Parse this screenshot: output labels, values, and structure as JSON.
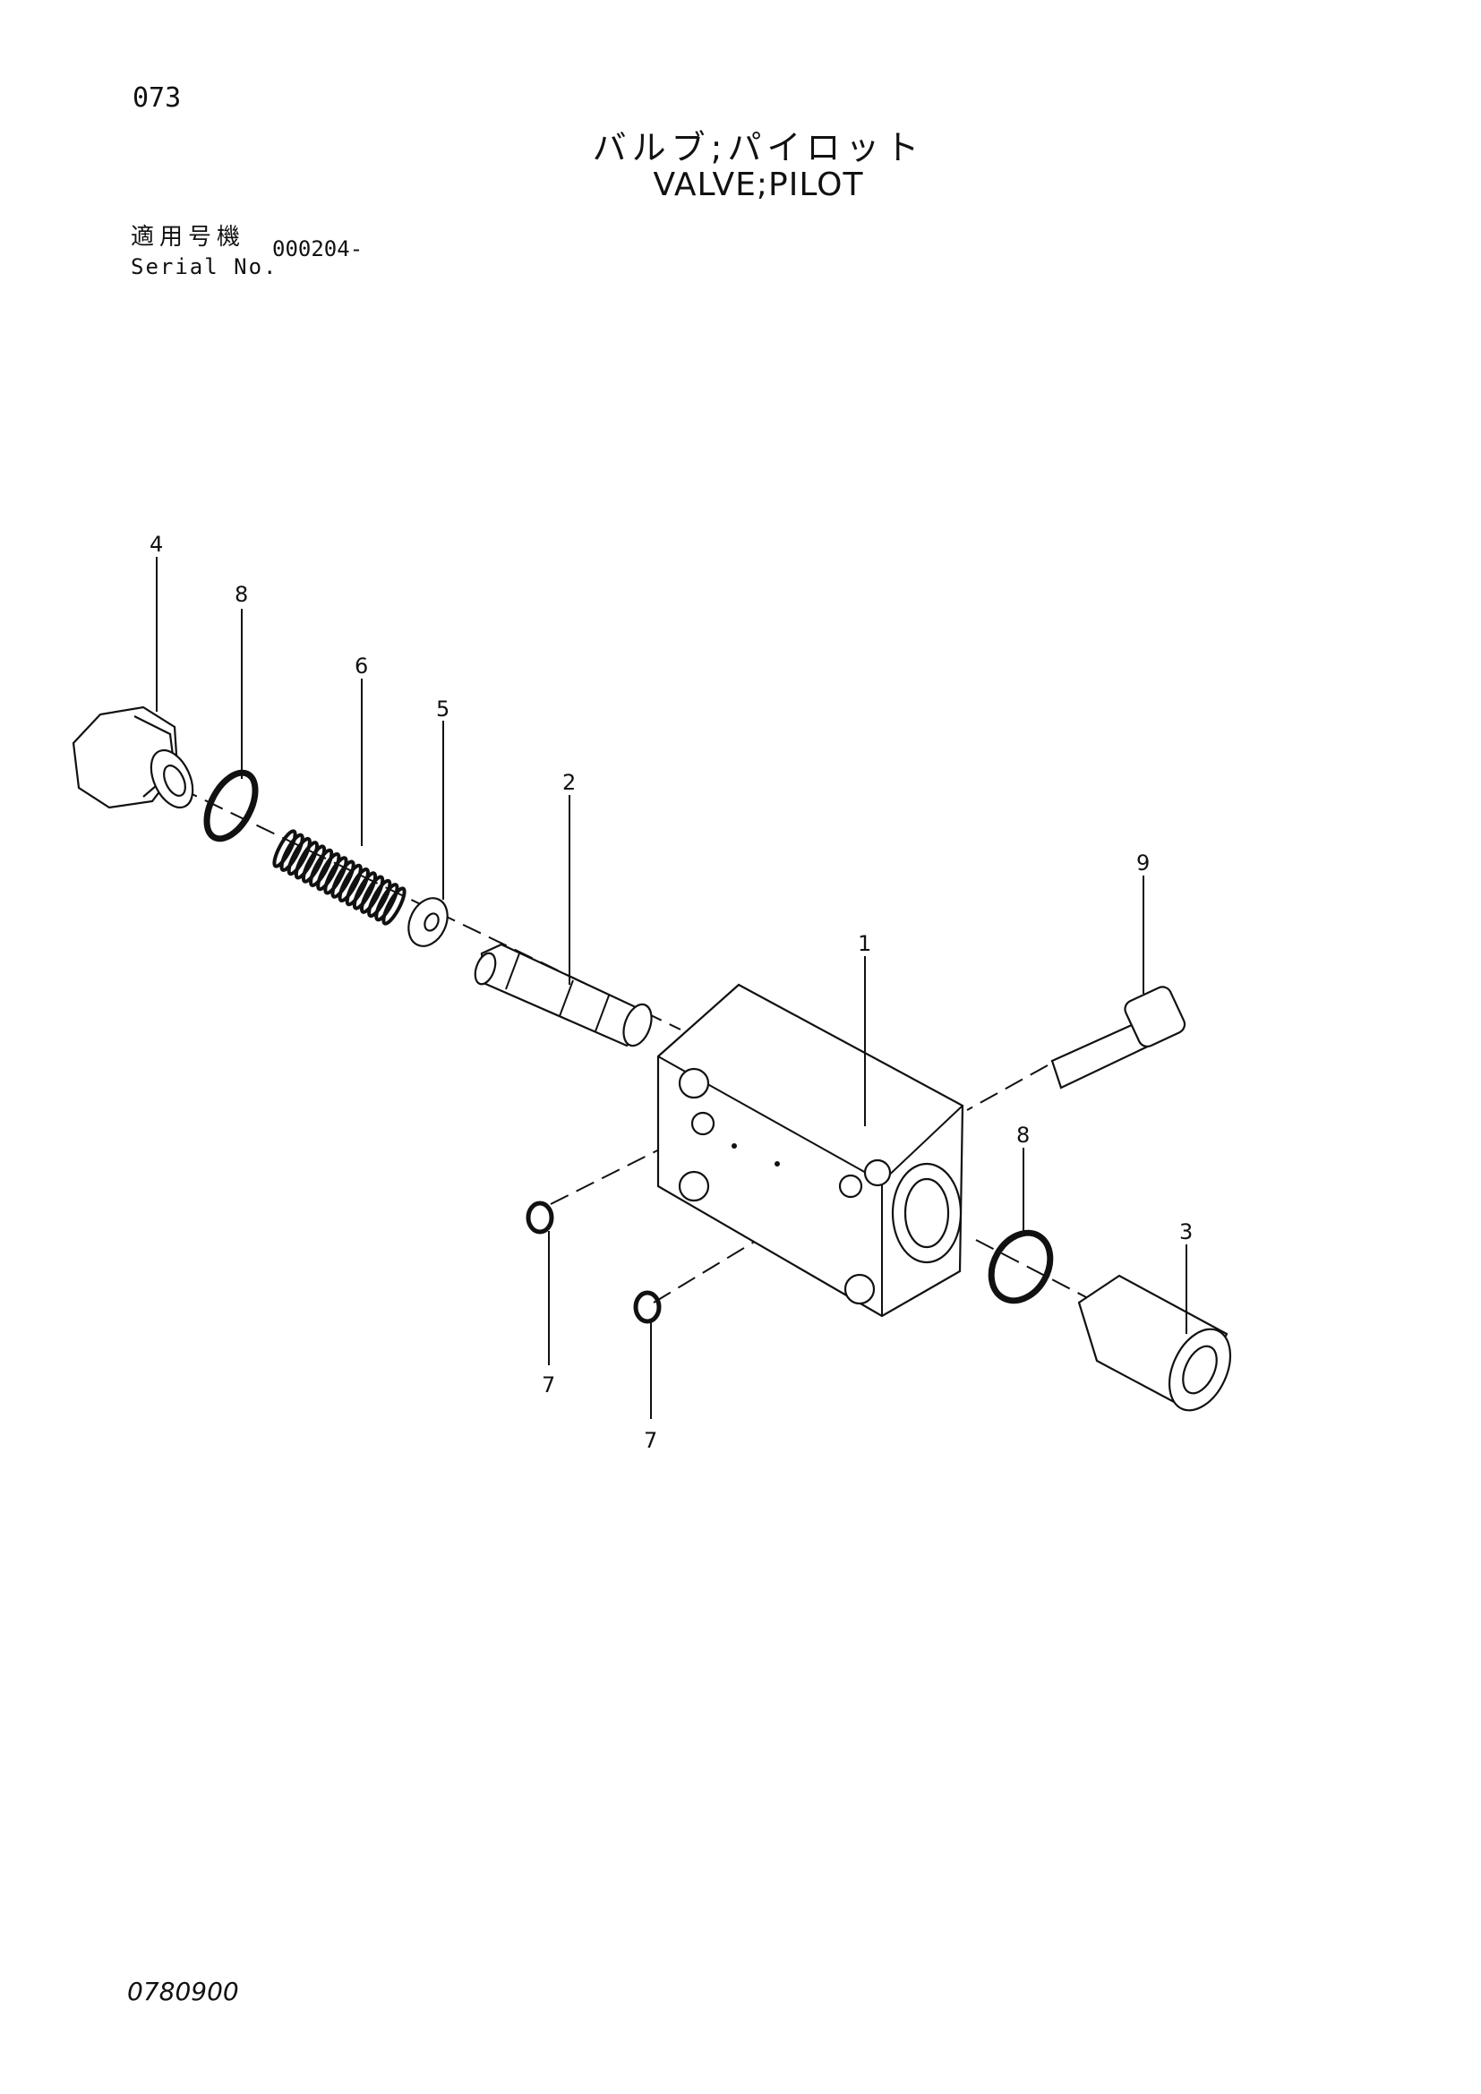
{
  "page": {
    "number": "073",
    "title_ja": "バルブ;パイロット",
    "title_en": "VALVE;PILOT",
    "serial_label_ja": "適用号機",
    "serial_label_en": "Serial No.",
    "serial_value": "000204-",
    "doc_code": "0780900"
  },
  "callouts": {
    "c1": "1",
    "c2": "2",
    "c3": "3",
    "c4": "4",
    "c5": "5",
    "c6": "6",
    "c7a": "7",
    "c7b": "7",
    "c8a": "8",
    "c8b": "8",
    "c9": "9"
  }
}
